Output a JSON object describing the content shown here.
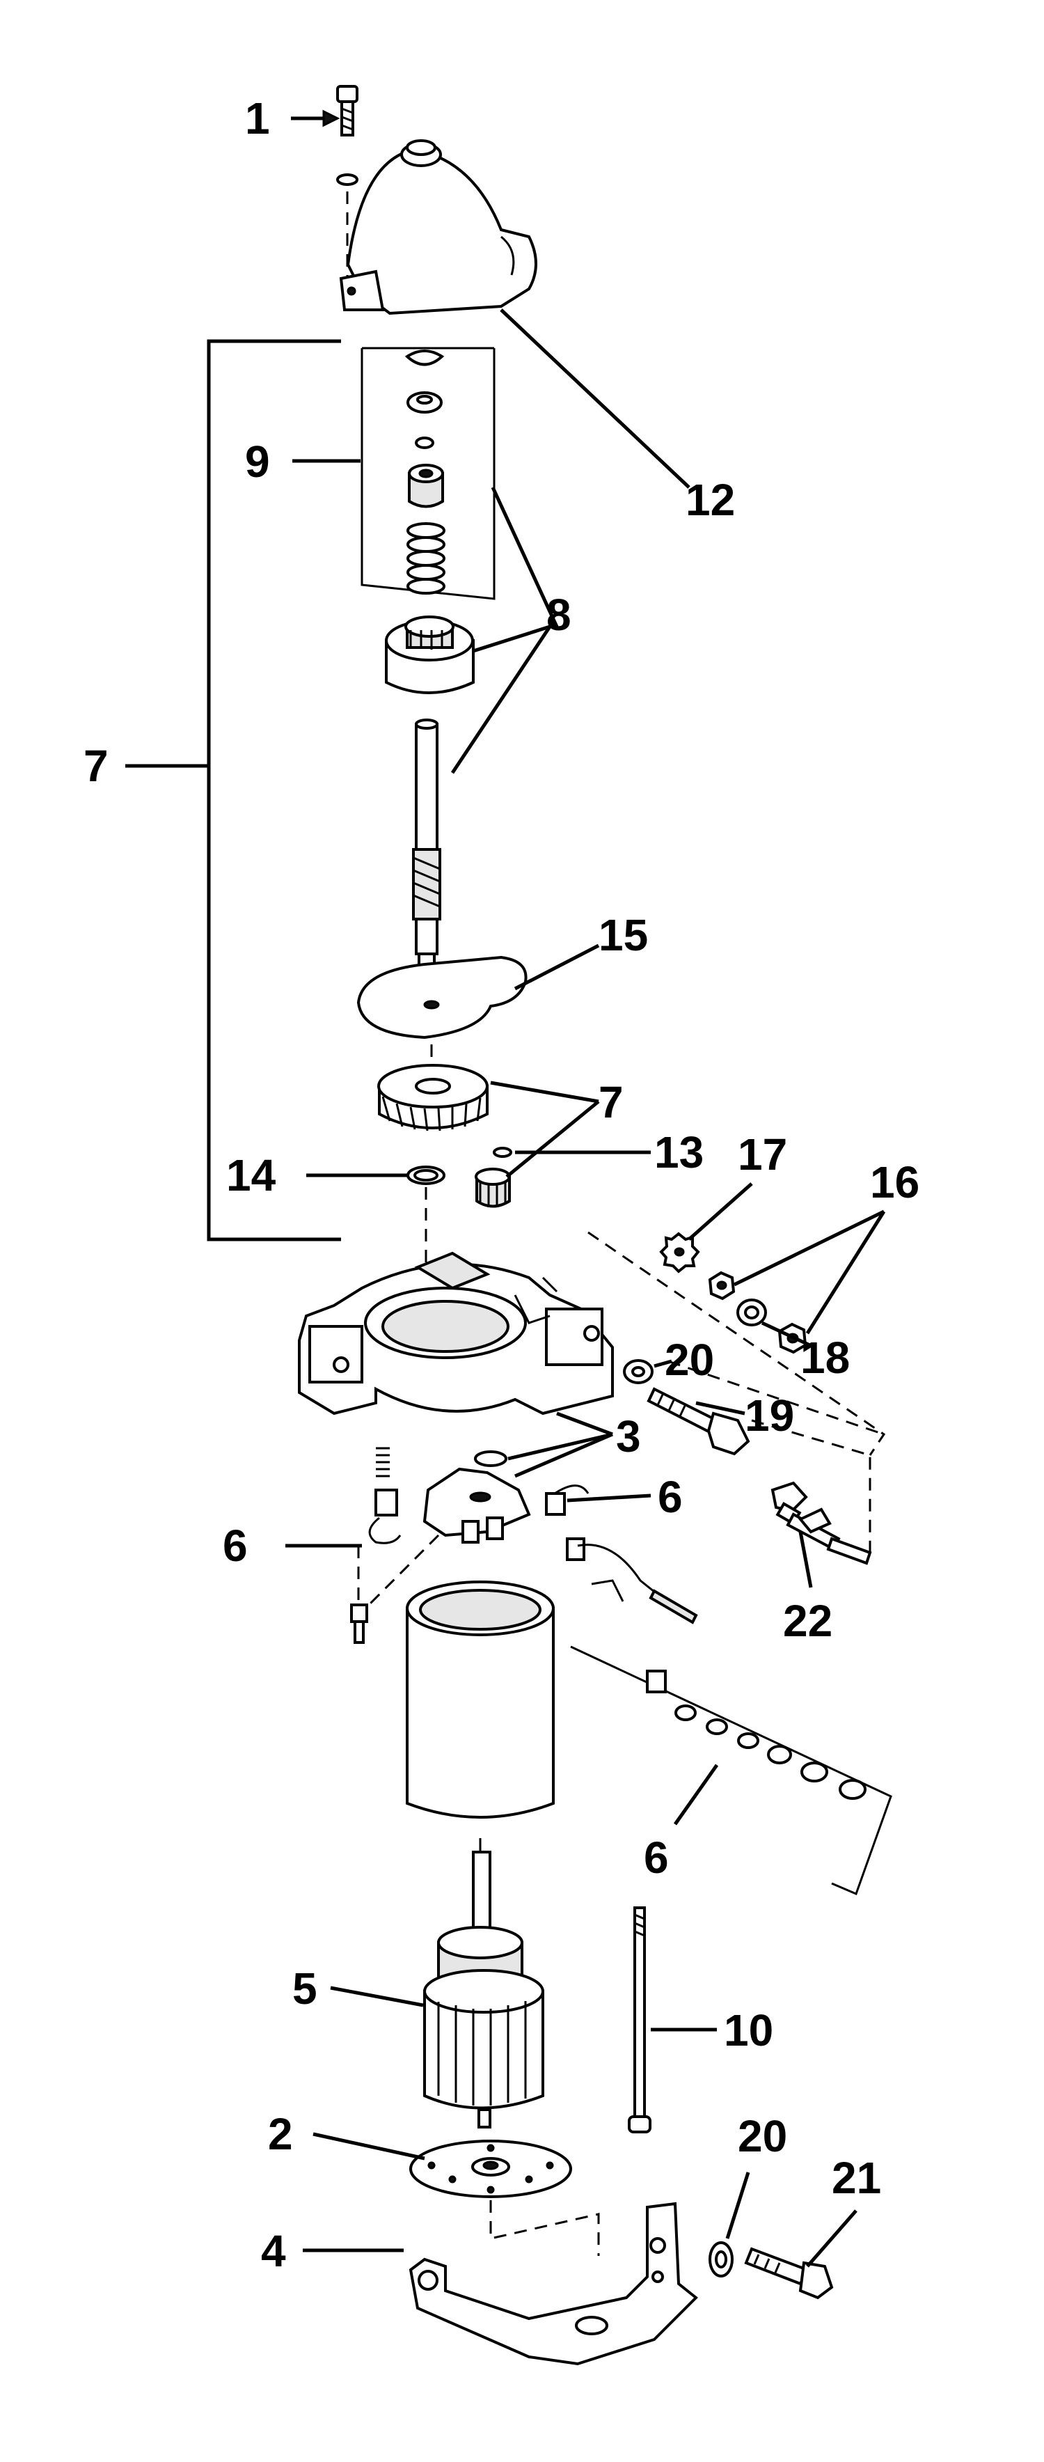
{
  "labels": {
    "l1": "1",
    "l2": "2",
    "l3": "3",
    "l4": "4",
    "l5": "5",
    "l6a": "6",
    "l6b": "6",
    "l6c": "6",
    "l7a": "7",
    "l7b": "7",
    "l8": "8",
    "l9": "9",
    "l10": "10",
    "l12": "12",
    "l13": "13",
    "l14": "14",
    "l15": "15",
    "l16": "16",
    "l17": "17",
    "l18": "18",
    "l19": "19",
    "l20a": "20",
    "l20b": "20",
    "l21": "21",
    "l22": "22"
  }
}
